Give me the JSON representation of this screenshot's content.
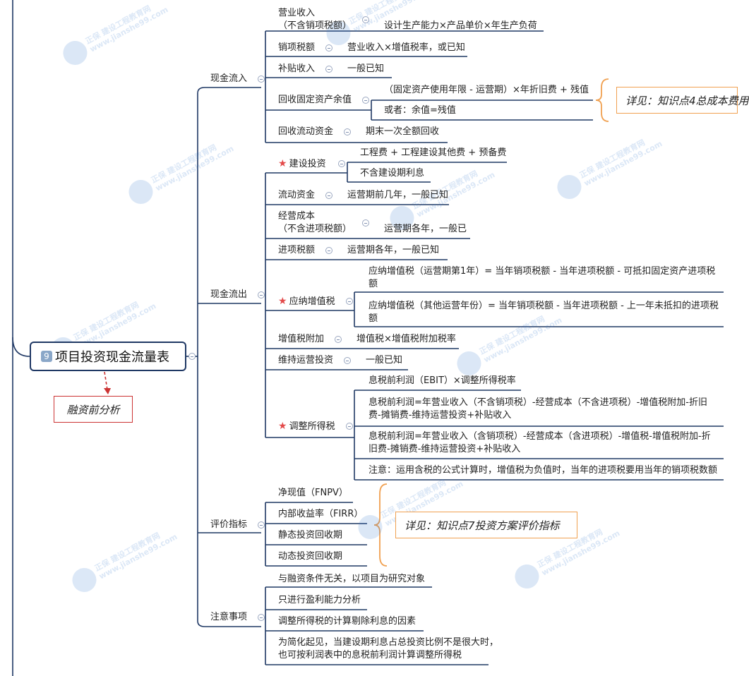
{
  "root": {
    "badge": "9",
    "label": "项目投资现金流量表"
  },
  "pre_analysis": "融资前分析",
  "watermark": {
    "brand": "正保",
    "subtitle": "建设工程教育网",
    "url": "www.jianshe99.com"
  },
  "branches": {
    "inflow": {
      "label": "现金流入",
      "items": {
        "revenue": {
          "label": "营业收入",
          "sub": "（不含销项税额）",
          "detail": "设计生产能力×产品单价×年生产负荷"
        },
        "output_tax": {
          "label": "销项税额",
          "detail": "营业收入×增值税率，或已知"
        },
        "subsidy": {
          "label": "补贴收入",
          "detail": "一般已知"
        },
        "residual": {
          "label": "回收固定资产余值",
          "detail1": "（固定资产使用年限 - 运营期）×年折旧费 + 残值",
          "detail2": "或者：余值=残值"
        },
        "working_cap": {
          "label": "回收流动资金",
          "detail": "期末一次全额回收"
        }
      },
      "note": "详见：知识点4总成本费用"
    },
    "outflow": {
      "label": "现金流出",
      "items": {
        "construction": {
          "label": "建设投资",
          "detail1": "工程费 + 工程建设其他费 + 预备费",
          "detail2": "不含建设期利息"
        },
        "liquid": {
          "label": "流动资金",
          "detail": "运营期前几年，一般已知"
        },
        "opcost": {
          "label": "经营成本",
          "sub": "（不含进项税额）",
          "detail": "运营期各年，一般已"
        },
        "input_tax": {
          "label": "进项税额",
          "detail": "运营期各年，一般已知"
        },
        "vat": {
          "label": "应纳增值税",
          "detail1": "应纳增值税（运营期第1年）= 当年销项税额 - 当年进项税额 - 可抵扣固定资产进项税额",
          "detail2": "应纳增值税（其他运营年份）= 当年销项税额 - 当年进项税额 - 上一年未抵扣的进项税额"
        },
        "surcharge": {
          "label": "增值税附加",
          "detail": "增值税×增值税附加税率"
        },
        "maintenance": {
          "label": "维持运营投资",
          "detail": "一般已知"
        },
        "adj_tax": {
          "label": "调整所得税",
          "detail1": "息税前利润（EBIT）×调整所得税率",
          "detail2": "息税前利润=年营业收入（不含销项税）-经营成本（不含进项税）-增值税附加-折旧费-摊销费-维持运营投资+补贴收入",
          "detail3": "息税前利润=年营业收入（含销项税）-经营成本（含进项税）-增值税-增值税附加-折旧费-摊销费-维持运营投资+补贴收入",
          "detail4": "注意：运用含税的公式计算时，增值税为负值时，当年的进项税要用当年的销项税数额"
        }
      }
    },
    "evaluation": {
      "label": "评价指标",
      "items": [
        "净现值（FNPV）",
        "内部收益率（FIRR）",
        "静态投资回收期",
        "动态投资回收期"
      ],
      "note": "详见：知识点7投资方案评价指标"
    },
    "notes": {
      "label": "注意事项",
      "items": [
        "与融资条件无关，以项目为研究对象",
        "只进行盈利能力分析",
        "调整所得税的计算剔除利息的因素",
        "为简化起见，当建设期利息占总投资比例不是很大时，也可按利润表中的息税前利润计算调整所得税"
      ]
    }
  },
  "colors": {
    "line": "#1f3864",
    "accent": "#f0a050",
    "red": "#cc3333"
  }
}
